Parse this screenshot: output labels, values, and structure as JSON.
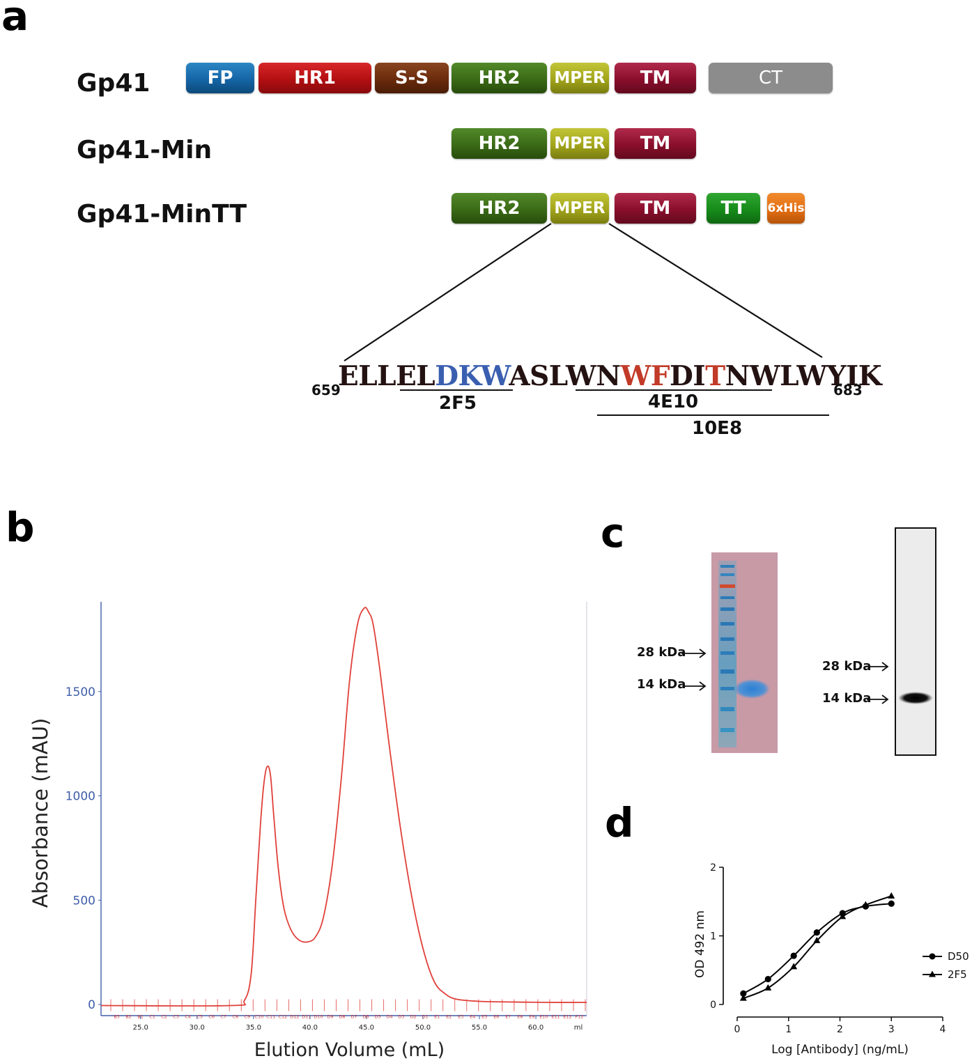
{
  "panels": {
    "a": "a",
    "b": "b",
    "c": "c",
    "d": "d"
  },
  "colors": {
    "FP": "#1565a6",
    "HR1": "#b30f12",
    "S-S": "#6a2b0c",
    "HR2": "#3b6a16",
    "MPER": "#a2a51a",
    "TM": "#8a0e2c",
    "CT": "#8c8c8c",
    "TT": "#178b1a",
    "6xHis": "#e46f12",
    "epitope_blue": "#3a5fb0",
    "epitope_red": "#c23a28",
    "sequence": "#241212"
  },
  "panel_a": {
    "constructs": [
      {
        "name": "Gp41",
        "domains": [
          "FP",
          "HR1",
          "S-S",
          "HR2",
          "MPER",
          "TM",
          "CT"
        ]
      },
      {
        "name": "Gp41-Min",
        "domains": [
          "HR2",
          "MPER",
          "TM"
        ]
      },
      {
        "name": "Gp41-MinTT",
        "domains": [
          "HR2",
          "MPER",
          "TM",
          "TT",
          "6xHis"
        ]
      }
    ],
    "sequence": {
      "start": "659",
      "end": "683",
      "segments": [
        {
          "text": "ELLEL",
          "color": "#241212"
        },
        {
          "text": "DKW",
          "color": "#3a5fb0"
        },
        {
          "text": "ASLWN",
          "color": "#241212"
        },
        {
          "text": "WF",
          "color": "#c23a28"
        },
        {
          "text": "DI",
          "color": "#241212"
        },
        {
          "text": "T",
          "color": "#c23a28"
        },
        {
          "text": "NWLWYIK",
          "color": "#241212"
        }
      ]
    },
    "epitopes": [
      "2F5",
      "4E10",
      "10E8"
    ]
  },
  "panel_b": {
    "chart_data": {
      "type": "line",
      "xlabel": "Elution Volume (mL)",
      "ylabel": "Absorbance (mAU)",
      "x_ticks": [
        "25.0",
        "30.0",
        "35.0",
        "40.0",
        "45.0",
        "50.0",
        "55.0",
        "60.0"
      ],
      "x_unit": "ml",
      "y_ticks": [
        "0",
        "500",
        "1000",
        "1500"
      ],
      "xlim": [
        21.5,
        64.5
      ],
      "ylim": [
        -40,
        1930
      ],
      "fractions": [
        "B3",
        "B2",
        "B1",
        "C1",
        "C2",
        "C3",
        "C4",
        "C5",
        "C6",
        "C7",
        "C8",
        "C9",
        "C10",
        "C11",
        "C12",
        "D12",
        "D11",
        "D10",
        "D9",
        "D8",
        "D7",
        "D6",
        "D5",
        "D4",
        "D3",
        "D2",
        "D1",
        "E1",
        "E2",
        "E3",
        "E4",
        "E5",
        "E6",
        "E7",
        "E8",
        "E9",
        "E10",
        "E11",
        "E12",
        "F12"
      ],
      "series": [
        {
          "color": "#e0403a",
          "x": [
            21.5,
            33.0,
            34.2,
            34.8,
            35.2,
            35.6,
            35.9,
            36.2,
            36.5,
            36.8,
            37.2,
            37.7,
            38.3,
            39.0,
            39.8,
            40.5,
            41.2,
            42.0,
            42.8,
            43.5,
            44.2,
            44.8,
            45.2,
            45.6,
            46.2,
            47.0,
            48.0,
            49.0,
            50.0,
            51.0,
            52.0,
            53.0,
            55.0,
            58.0,
            61.0,
            64.5
          ],
          "y": [
            -5,
            -5,
            20,
            150,
            500,
            850,
            1050,
            1140,
            1100,
            900,
            650,
            460,
            360,
            310,
            300,
            325,
            420,
            680,
            1100,
            1550,
            1820,
            1900,
            1880,
            1820,
            1600,
            1250,
            850,
            520,
            270,
            110,
            50,
            25,
            15,
            12,
            10,
            10
          ]
        }
      ]
    }
  },
  "panel_c": {
    "gel": {
      "labels": [
        "28 kDa",
        "14 kDa"
      ]
    },
    "blot": {
      "labels": [
        "28 kDa",
        "14 kDa"
      ]
    }
  },
  "panel_d": {
    "chart_data": {
      "type": "line",
      "xlabel": "Log [Antibody] (ng/mL)",
      "ylabel": "OD 492 nm",
      "x_ticks": [
        "0",
        "1",
        "2",
        "3",
        "4"
      ],
      "y_ticks": [
        "0",
        "1",
        "2"
      ],
      "xlim": [
        0,
        4
      ],
      "ylim": [
        0,
        2
      ],
      "series": [
        {
          "name": "D50",
          "marker": "circle",
          "x": [
            0.12,
            0.6,
            1.1,
            1.55,
            2.05,
            2.5,
            3.0
          ],
          "y": [
            0.16,
            0.37,
            0.71,
            1.05,
            1.33,
            1.43,
            1.47
          ]
        },
        {
          "name": "2F5",
          "marker": "triangle",
          "x": [
            0.12,
            0.6,
            1.1,
            1.55,
            2.05,
            2.5,
            3.0
          ],
          "y": [
            0.09,
            0.24,
            0.55,
            0.93,
            1.28,
            1.45,
            1.58
          ]
        }
      ]
    }
  }
}
